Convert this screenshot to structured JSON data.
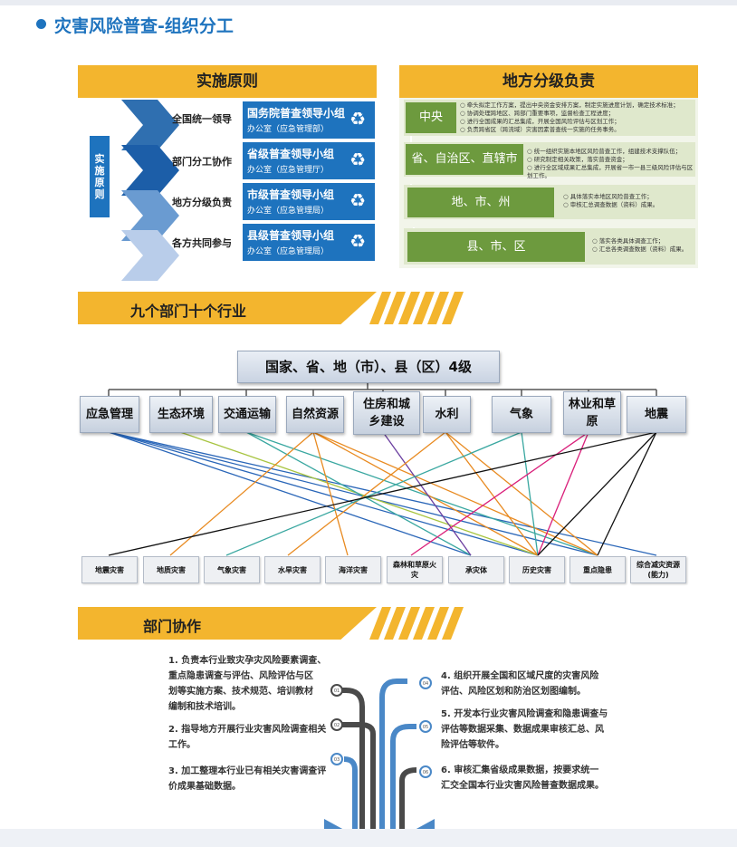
{
  "page_title": "灾害风险普查-组织分工",
  "principles": {
    "header": "实施原则",
    "side_label_chars": [
      "实",
      "施",
      "原",
      "则"
    ],
    "items": [
      {
        "label": "全国统一领导",
        "group": "国务院普查领导小组",
        "office": "办公室（应急管理部）",
        "color": "#2f6fb0"
      },
      {
        "label": "部门分工协作",
        "group": "省级普查领导小组",
        "office": "办公室（应急管理厅）",
        "color": "#1c5ea8"
      },
      {
        "label": "地方分级负责",
        "group": "市级普查领导小组",
        "office": "办公室（应急管理局）",
        "color": "#6a9bd1"
      },
      {
        "label": "各方共同参与",
        "group": "县级普查领导小组",
        "office": "办公室（应急管理局）",
        "color": "#b9cdea"
      }
    ],
    "recycle_icon": "♻"
  },
  "tiers": {
    "header": "地方分级负责",
    "items": [
      {
        "name": "中央",
        "desc": [
          "○ 牵头拟定工作方案，提出中央资金安排方案，制定实施进度计划，确定技术标准；",
          "○ 协调处理跨地区、跨部门重要事项，监督检查工程进度；",
          "○ 进行全国成果的汇总集成，开展全国风险评估与区划工作；",
          "○ 负责跨省区（跨流域）灾害因素普查统一实施的任务事务。"
        ]
      },
      {
        "name": "省、自治区、直辖市",
        "desc": [
          "○ 统一组织实施本地区风险普查工作，组建技术支撑队伍；",
          "○ 研究制定相关政策，落实普查资金；",
          "○ 进行全区域成果汇总集成，开展省一市一县三级风险评估与区划工作。"
        ]
      },
      {
        "name": "地、市、州",
        "desc": [
          "○ 具体落实本地区风险普查工作；",
          "○ 审核汇总调查数据（资料）成果。"
        ]
      },
      {
        "name": "县、市、区",
        "desc": [
          "○ 落实各类具体调查工作；",
          "○ 汇总各类调查数据（资料）成果。"
        ]
      }
    ]
  },
  "dept_section": {
    "banner": "九个部门十个行业",
    "top": "国家、省、地（市）、县（区）4级",
    "departments": [
      "应急管理",
      "生态环境",
      "交通运输",
      "自然资源",
      "住房和城乡建设",
      "水利",
      "气象",
      "林业和草原",
      "地震"
    ],
    "categories": [
      "地震灾害",
      "地质灾害",
      "气象灾害",
      "水旱灾害",
      "海洋灾害",
      "森林和草原火灾",
      "承灾体",
      "历史灾害",
      "重点隐患",
      "综合减灾资源(能力)"
    ]
  },
  "collab": {
    "banner": "部门协作",
    "left_items": [
      {
        "num": "01",
        "lines": [
          "1. 负责本行业致灾孕灾风险要素调查、",
          "重点隐患调查与评估、风险评估与区",
          "划等实施方案、技术规范、培训教材",
          "编制和技术培训。"
        ]
      },
      {
        "num": "02",
        "lines": [
          "2. 指导地方开展行业灾害风险调查相关",
          "工作。"
        ]
      },
      {
        "num": "03",
        "lines": [
          "3. 加工整理本行业已有相关灾害调查评",
          "价成果基础数据。"
        ]
      }
    ],
    "right_items": [
      {
        "num": "04",
        "lines": [
          "4. 组织开展全国和区域尺度的灾害风险",
          "评估、风险区划和防治区划图编制。"
        ]
      },
      {
        "num": "05",
        "lines": [
          "5. 开发本行业灾害风险调查和隐患调查与",
          "评估等数据采集、数据成果审核汇总、风",
          "险评估等软件。"
        ]
      },
      {
        "num": "06",
        "lines": [
          "6. 审核汇集省级成果数据，按要求统一",
          "汇交全国本行业灾害风险普查数据成果。"
        ]
      }
    ]
  },
  "colors": {
    "accent_blue": "#1e73be",
    "accent_yellow": "#f3b52e",
    "tier_green": "#6d9a3e"
  }
}
